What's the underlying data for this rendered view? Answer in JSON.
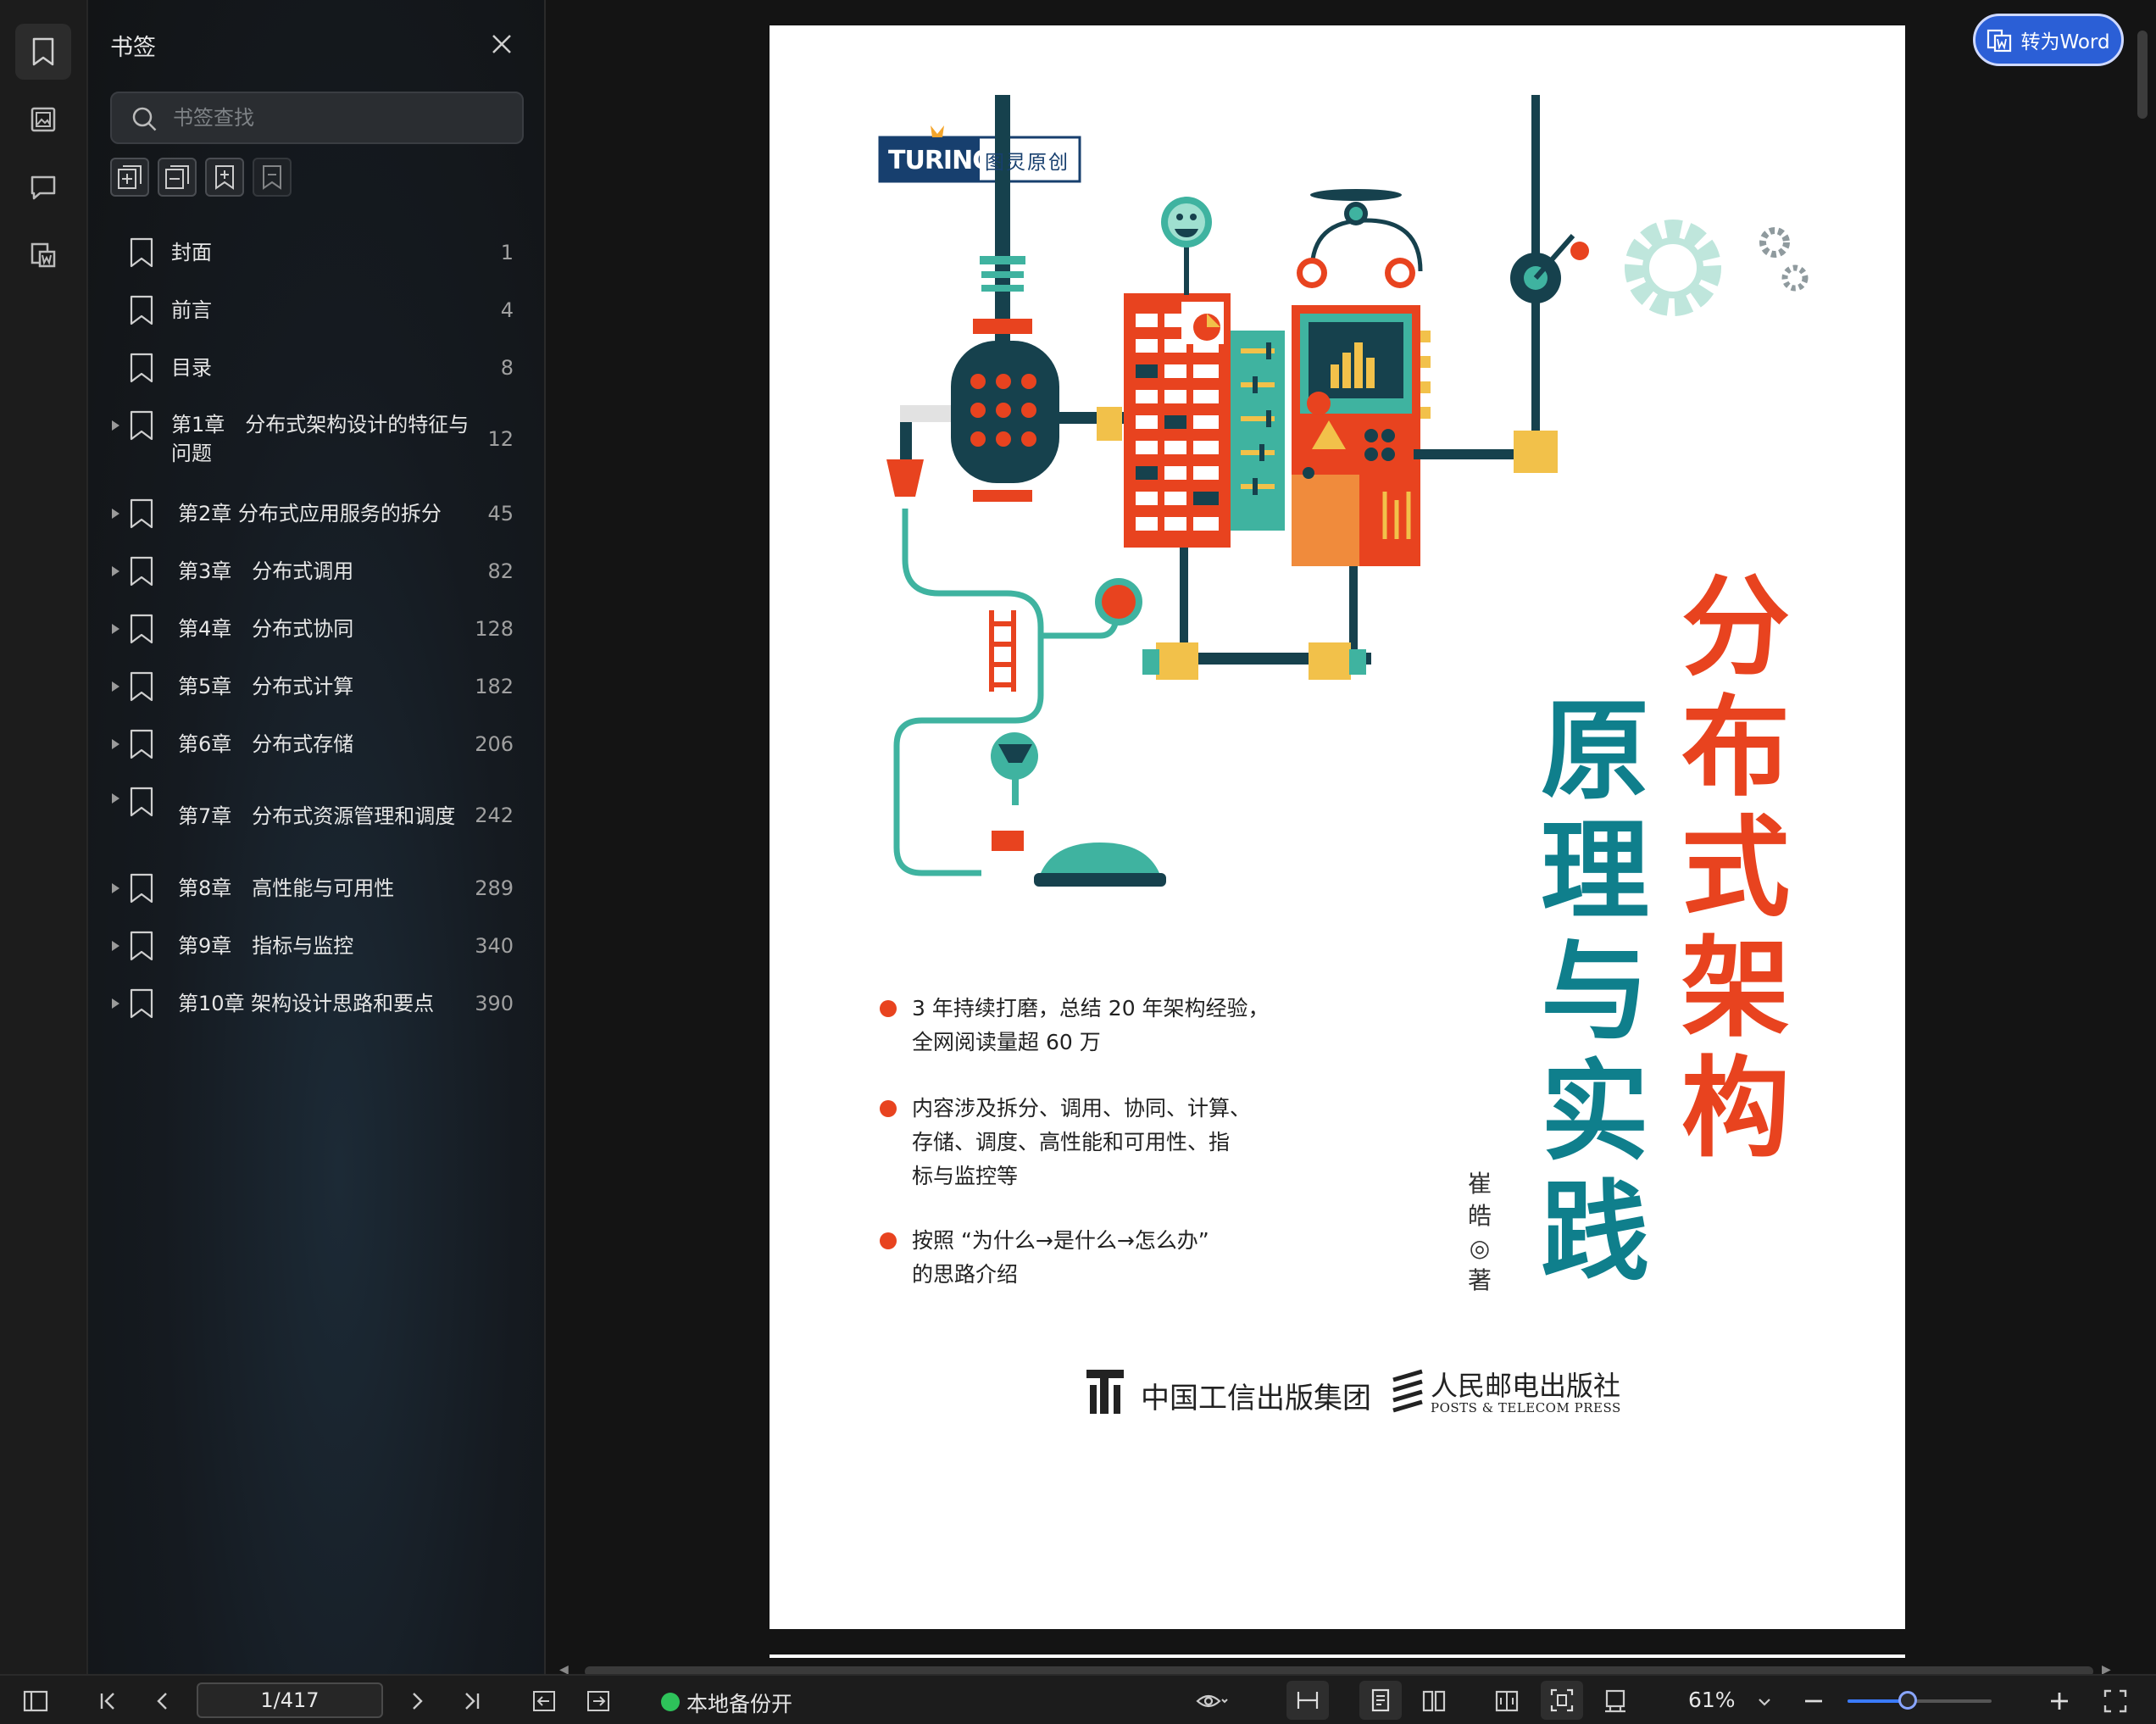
{
  "panel": {
    "title": "书签",
    "search_placeholder": "书签查找"
  },
  "bookmarks": [
    {
      "label": "封面",
      "page": "1",
      "expandable": false
    },
    {
      "label": "前言",
      "page": "4",
      "expandable": false
    },
    {
      "label": "目录",
      "page": "8",
      "expandable": false
    },
    {
      "label": "第1章　分布式架构设计的特征与\n问题",
      "page": "12",
      "expandable": true
    },
    {
      "label": "第2章 分布式应用服务的拆分",
      "page": "45",
      "expandable": true
    },
    {
      "label": "第3章　分布式调用",
      "page": "82",
      "expandable": true
    },
    {
      "label": "第4章　分布式协同",
      "page": "128",
      "expandable": true
    },
    {
      "label": "第5章　分布式计算",
      "page": "182",
      "expandable": true
    },
    {
      "label": "第6章　分布式存储",
      "page": "206",
      "expandable": true
    },
    {
      "label": "第7章　分布式资源管理和调度",
      "page": "242",
      "expandable": true
    },
    {
      "label": "第8章　高性能与可用性",
      "page": "289",
      "expandable": true
    },
    {
      "label": "第9章　指标与监控",
      "page": "340",
      "expandable": true
    },
    {
      "label": "第10章 架构设计思路和要点",
      "page": "390",
      "expandable": true
    }
  ],
  "convert_button": "转为Word",
  "bottom": {
    "page_indicator": "1/417",
    "backup_status": "本地备份开",
    "zoom": "61%"
  },
  "cover": {
    "turing_logo": "TURING",
    "turing_tag": "图灵原创",
    "title_right": "分布式架构",
    "title_left": "原理与实践",
    "author": "崔皓◎著",
    "bullets": [
      "3 年持续打磨，总结 20 年架构经验，\n全网阅读量超 60 万",
      "内容涉及拆分、调用、协同、计算、\n存储、调度、高性能和可用性、指\n标与监控等",
      "按照 “为什么→是什么→怎么办”\n的思路介绍"
    ],
    "publisher1": "中国工信出版集团",
    "publisher2": "人民邮电出版社",
    "publisher2_en": "POSTS & TELECOM PRESS"
  },
  "colors": {
    "title_orange": "#e8431f",
    "title_teal": "#0f7f8c",
    "accent_blue": "#2b5fd6"
  }
}
